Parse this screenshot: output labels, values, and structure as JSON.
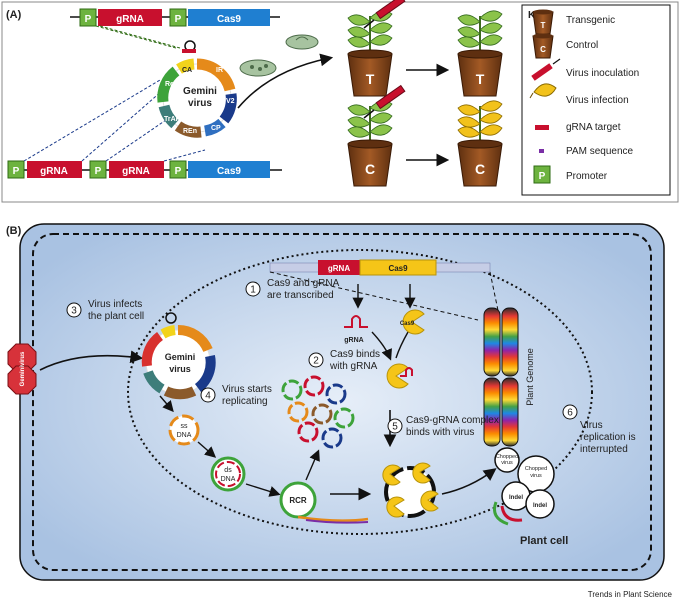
{
  "panel_a": {
    "label": "(A)",
    "constructs": {
      "promoter_letter": "P",
      "grna_label": "gRNA",
      "cas9_label": "Cas9"
    },
    "geminivirus": {
      "name_line1": "Gemini",
      "name_line2": "virus",
      "genes": [
        "IR",
        "V2",
        "CP",
        "REn",
        "TrAP",
        "Rep",
        "CA"
      ]
    },
    "pots": {
      "transgenic_letter": "T",
      "control_letter": "C"
    },
    "key": {
      "title": "Key:",
      "items": [
        "Transgenic",
        "Control",
        "Virus inoculation",
        "Virus infection",
        "gRNA target",
        "PAM sequence",
        "Promoter"
      ],
      "transgenic_letter": "T",
      "control_letter": "C",
      "promoter_letter": "P"
    }
  },
  "panel_b": {
    "label": "(B)",
    "genome": {
      "grna_label": "gRNA",
      "cas9_label": "Cas9"
    },
    "small_grna": "gRNA",
    "cas9_pac": "Cas9",
    "chromosome_label": "Plant Genome",
    "octagon_label": "Geminivirus",
    "virus_name_line1": "Gemini",
    "virus_name_line2": "virus",
    "ss_dna": [
      "ss",
      "DNA"
    ],
    "ds_dna": [
      "ds",
      "DNA"
    ],
    "rcr": "RCR",
    "steps": [
      {
        "num": "1",
        "lines": [
          "Cas9 and gRNA",
          "are transcribed"
        ]
      },
      {
        "num": "2",
        "lines": [
          "Cas9 binds",
          "with gRNA"
        ]
      },
      {
        "num": "3",
        "lines": [
          "Virus infects",
          "the plant cell"
        ]
      },
      {
        "num": "4",
        "lines": [
          "Virus starts",
          "replicating"
        ]
      },
      {
        "num": "5",
        "lines": [
          "Cas9-gRNA complex",
          "binds with virus"
        ]
      },
      {
        "num": "6",
        "lines": [
          "Virus",
          "replication is",
          "interrupted"
        ]
      }
    ],
    "fragments": [
      "Chopped",
      "virus",
      "Chopped",
      "virus",
      "Indel",
      "Indel"
    ],
    "plant_cell": "Plant cell"
  },
  "footer": "Trends in Plant Science",
  "colors": {
    "grna_red": "#c8102e",
    "cas9_blue": "#1f7fd1",
    "cas9_yellow": "#f5c518",
    "promoter_green": "#6db33f",
    "pot_brown": "#8a4a1c",
    "cell_blue": "#c9d9ee"
  }
}
